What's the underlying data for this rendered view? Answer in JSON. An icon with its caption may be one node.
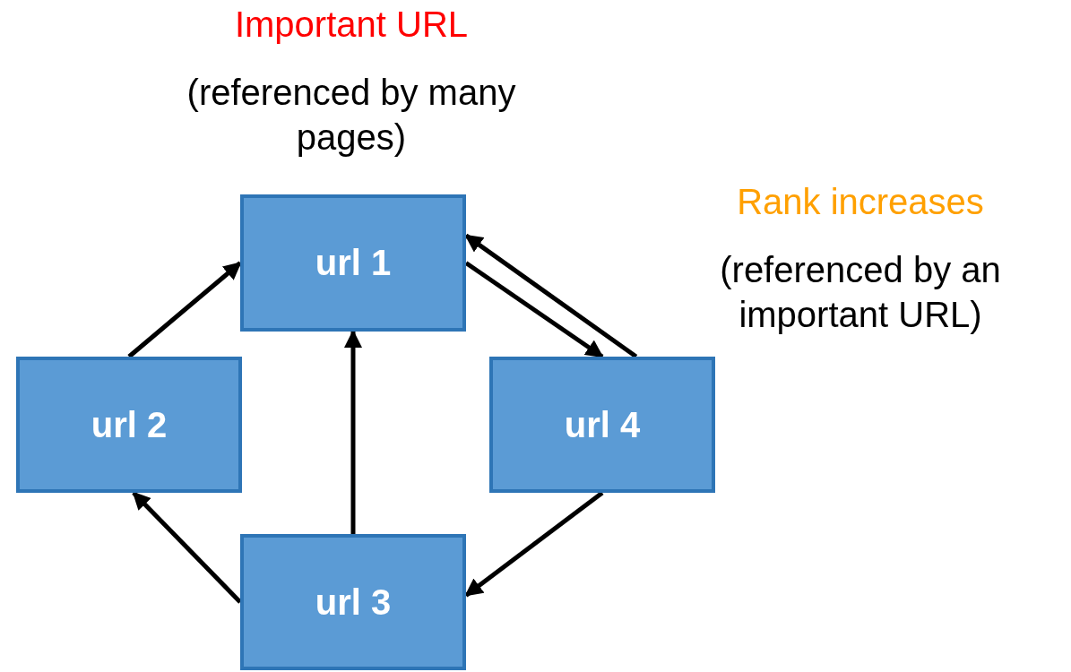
{
  "diagram": {
    "nodes": [
      {
        "text": [
          "url 1"
        ],
        "beside": [
          "Important URL",
          "(referenced by many pages)"
        ]
      },
      {
        "text": [
          "url 2"
        ]
      },
      {
        "text": [
          "url 3"
        ]
      },
      {
        "text": [
          "url 4"
        ],
        "beside": [
          "Rank increases",
          "(referenced by an important URL)"
        ]
      }
    ],
    "edges": [
      {
        "from": 1,
        "to": 0,
        "arrow": "to"
      },
      {
        "from": 2,
        "to": 0,
        "arrow": "to"
      },
      {
        "from": 0,
        "to": 3,
        "arrow": "to"
      },
      {
        "from": 3,
        "to": 0,
        "arrow": "to"
      },
      {
        "from": 3,
        "to": 2,
        "arrow": "to"
      },
      {
        "from": 2,
        "to": 1,
        "arrow": "to"
      }
    ]
  }
}
